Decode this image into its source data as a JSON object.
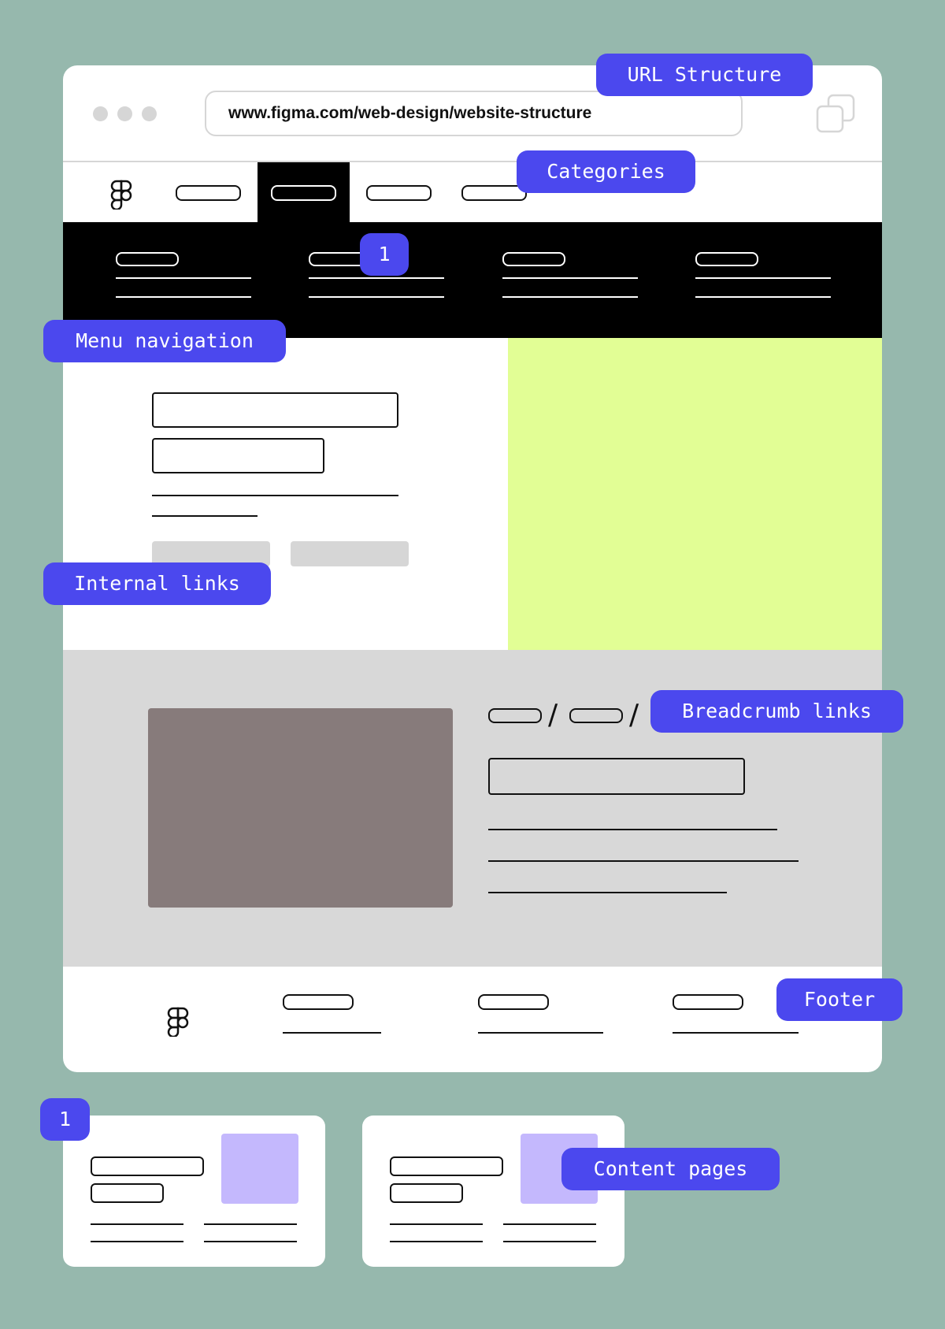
{
  "browser": {
    "url": "www.figma.com/web-design/website-structure"
  },
  "labels": {
    "url_structure": "URL Structure",
    "categories": "Categories",
    "menu_badge": "1",
    "menu_navigation": "Menu navigation",
    "internal_links": "Internal links",
    "breadcrumb_links": "Breadcrumb links",
    "footer": "Footer",
    "content_badge": "1",
    "content_pages": "Content pages"
  },
  "breadcrumb": {
    "separator": "/"
  },
  "icons": {
    "logo": "figma-logo-icon",
    "window_dots": "window-controls-icon",
    "copy": "copy-window-icon"
  },
  "colors": {
    "background": "#96b8ad",
    "label": "#4b48ee",
    "hero_accent": "#e2fe95",
    "content_image": "#877b7b",
    "card_image": "#c4b8fd",
    "menu_bar": "#000000"
  }
}
